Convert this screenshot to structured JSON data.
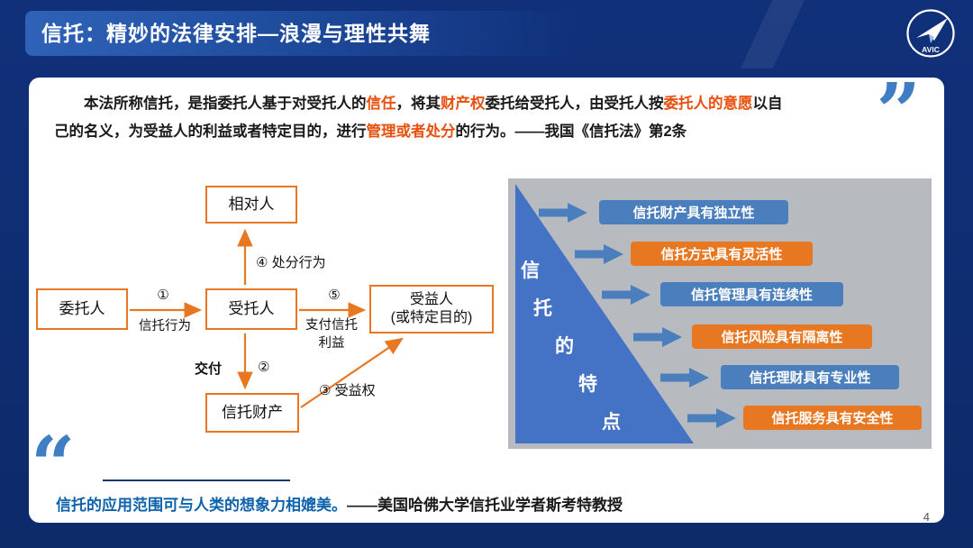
{
  "colors": {
    "navy_bg": "#0d2a69",
    "header_plate_blue": "#2f63b8",
    "orange": "#e87722",
    "highlight_red": "#e8500e",
    "steel_blue": "#4a7ebc",
    "triangle_blue": "#4472c4",
    "panel_gray": "#b7babf",
    "quote_mark_blue": "#3f7ec5",
    "footer_quote_blue": "#0e62ac"
  },
  "header": {
    "title": "信托：精妙的法律安排—浪漫与理性共舞",
    "logo_text": "AVIC"
  },
  "legal_quote": {
    "segments": [
      "本法所称信托，是指委托人基于对受托人的",
      "信任",
      "，将其",
      "财产权",
      "委托给受托人，由受托人按",
      "委托人的意愿",
      "以自己的名义，为受益人的利益或者特定目的，进行",
      "管理或者处分",
      "的行为。——我国《信托法》第2条"
    ]
  },
  "diagram": {
    "boxes": {
      "counterparty": "相对人",
      "settlor": "委托人",
      "trustee": "受托人",
      "beneficiary_line1": "受益人",
      "beneficiary_line2": "(或特定目的)",
      "trust_property": "信托财产"
    },
    "labels": {
      "step1_num": "①",
      "step1": "信托行为",
      "step2": "交付",
      "step2_num": "②",
      "step3": "③ 受益权",
      "step4": "④ 处分行为",
      "step5_num": "⑤",
      "step5_line1": "支付信托",
      "step5_line2": "利益"
    }
  },
  "features": {
    "triangle_chars": [
      "信",
      "托",
      "的",
      "特",
      "点"
    ],
    "items": [
      {
        "label": "信托财产具有独立性",
        "color": "blue"
      },
      {
        "label": "信托方式具有灵活性",
        "color": "orange"
      },
      {
        "label": "信托管理具有连续性",
        "color": "blue"
      },
      {
        "label": "信托风险具有隔离性",
        "color": "orange"
      },
      {
        "label": "信托理财具有专业性",
        "color": "blue"
      },
      {
        "label": "信托服务具有安全性",
        "color": "orange"
      }
    ]
  },
  "footer_quote": {
    "highlight": "信托的应用范围可与人类的想象力相媲美。",
    "attribution": "——美国哈佛大学信托业学者斯考特教授"
  },
  "page_number": "4"
}
